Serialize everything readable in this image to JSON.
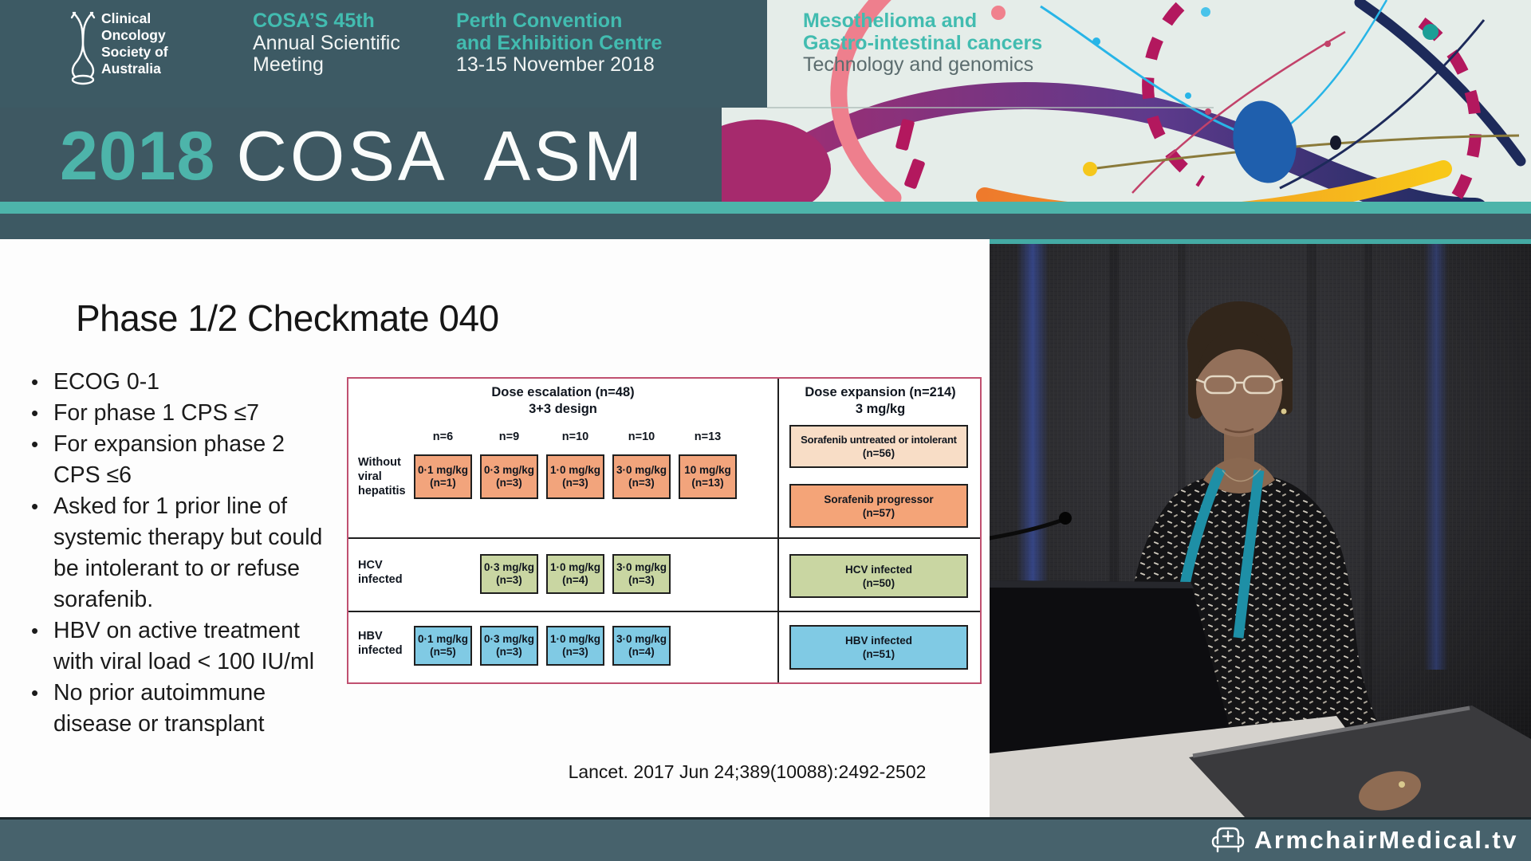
{
  "header": {
    "org": {
      "logo": "cosa-helix-trophy",
      "lines": [
        "Clinical",
        "Oncology",
        "Society of",
        "Australia"
      ]
    },
    "meeting": {
      "highlight": "COSA’S 45th",
      "line2": "Annual Scientific",
      "line3": "Meeting"
    },
    "venue": {
      "line1": "Perth Convention",
      "line2": "and Exhibition Centre",
      "line3": "13-15 November 2018"
    },
    "theme": {
      "line1": "Mesothelioma and",
      "line2": "Gastro-intestinal cancers",
      "line3": "Technology and genomics"
    }
  },
  "banner": {
    "year": "2018",
    "title": "COSA ASM"
  },
  "slide": {
    "title": "Phase 1/2 Checkmate 040",
    "bullets": [
      "ECOG 0-1",
      "For phase 1 CPS ≤7",
      "For expansion phase 2 CPS ≤6",
      "Asked for 1 prior line of systemic therapy but could be intolerant to or refuse sorafenib.",
      "HBV on active treatment with viral load < 100 IU/ml",
      "No prior autoimmune disease or transplant"
    ],
    "figure": {
      "escalation": {
        "title": "Dose escalation (n=48)",
        "subtitle": "3+3 design",
        "cols": [
          "n=6",
          "n=9",
          "n=10",
          "n=10",
          "n=13"
        ],
        "row1": {
          "label": "Without viral hepatitis",
          "boxes": [
            {
              "dose": "0·1 mg/kg",
              "n": "(n=1)"
            },
            {
              "dose": "0·3 mg/kg",
              "n": "(n=3)"
            },
            {
              "dose": "1·0 mg/kg",
              "n": "(n=3)"
            },
            {
              "dose": "3·0 mg/kg",
              "n": "(n=3)"
            },
            {
              "dose": "10 mg/kg",
              "n": "(n=13)"
            }
          ]
        },
        "row2": {
          "label": "HCV infected",
          "boxes": [
            {
              "dose": "0·3 mg/kg",
              "n": "(n=3)"
            },
            {
              "dose": "1·0 mg/kg",
              "n": "(n=4)"
            },
            {
              "dose": "3·0 mg/kg",
              "n": "(n=3)"
            }
          ]
        },
        "row3": {
          "label": "HBV infected",
          "boxes": [
            {
              "dose": "0·1 mg/kg",
              "n": "(n=5)"
            },
            {
              "dose": "0·3 mg/kg",
              "n": "(n=3)"
            },
            {
              "dose": "1·0 mg/kg",
              "n": "(n=3)"
            },
            {
              "dose": "3·0 mg/kg",
              "n": "(n=4)"
            }
          ]
        }
      },
      "expansion": {
        "title": "Dose expansion (n=214)",
        "subtitle": "3 mg/kg",
        "boxes": [
          {
            "label": "Sorafenib untreated or intolerant",
            "n": "(n=56)"
          },
          {
            "label": "Sorafenib progressor",
            "n": "(n=57)"
          },
          {
            "label": "HCV infected",
            "n": "(n=50)"
          },
          {
            "label": "HBV infected",
            "n": "(n=51)"
          }
        ]
      }
    },
    "citation": "Lancet. 2017 Jun 24;389(10088):2492-2502"
  },
  "footer": {
    "watermark": "ArmchairMedical.tv"
  },
  "colors": {
    "header_bg": "#3d5a64",
    "light_panel": "#e5ede9",
    "teal_accent": "#42bcb0",
    "teal_bar": "#4db4aa",
    "footer_bg": "#47626c",
    "figure_border": "#c05070",
    "escalation_orange": "#f2a47c",
    "expansion_peach": "#f8ddc6",
    "hcv_green": "#c9d6a2",
    "hbv_blue": "#80cae4"
  }
}
